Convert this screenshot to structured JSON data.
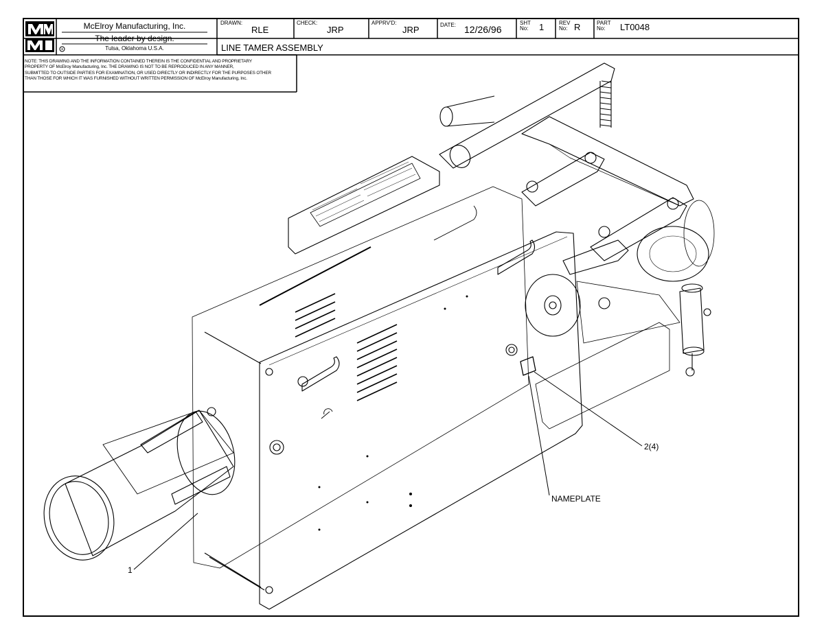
{
  "title_block": {
    "company": "McElroy Manufacturing, Inc.",
    "tagline": "The leader by design.",
    "location": "Tulsa, Oklahoma U.S.A.",
    "logo_text": "MM MI",
    "drawn_label": "DRAWN:",
    "drawn_value": "RLE",
    "check_label": "CHECK:",
    "check_value": "JRP",
    "approved_label": "APPRV'D:",
    "approved_value": "JRP",
    "date_label": "DATE:",
    "date_value": "12/26/96",
    "sheet_label_1": "SHT",
    "sheet_label_2": "No:",
    "sheet_value": "1",
    "rev_label_1": "REV",
    "rev_label_2": "No:",
    "rev_value": "R",
    "part_label_1": "PART",
    "part_label_2": "No:",
    "part_value": "LT0048",
    "drawing_title": "LINE TAMER ASSEMBLY"
  },
  "note_lines": [
    "NOTE: THIS DRAWING AND THE INFORMATION CONTAINED THEREIN IS THE CONFIDENTIAL AND PROPRIETARY",
    "PROPERTY OF McElroy Manufacturing, Inc. THE DRAWING IS NOT TO BE REPRODUCED IN ANY MANNER,",
    "SUBMITTED TO OUTSIDE PARTIES FOR EXAMINATION, OR USED DIRECTLY OR INDIRECTLY FOR THE PURPOSES OTHER",
    "THAN THOSE FOR WHICH IT WAS FURNISHED WITHOUT WRITTEN PERMISSION OF McElroy Manufacturing, Inc."
  ],
  "callouts": {
    "item_2": "2(4)",
    "nameplate": "NAMEPLATE",
    "item_1": "1"
  }
}
